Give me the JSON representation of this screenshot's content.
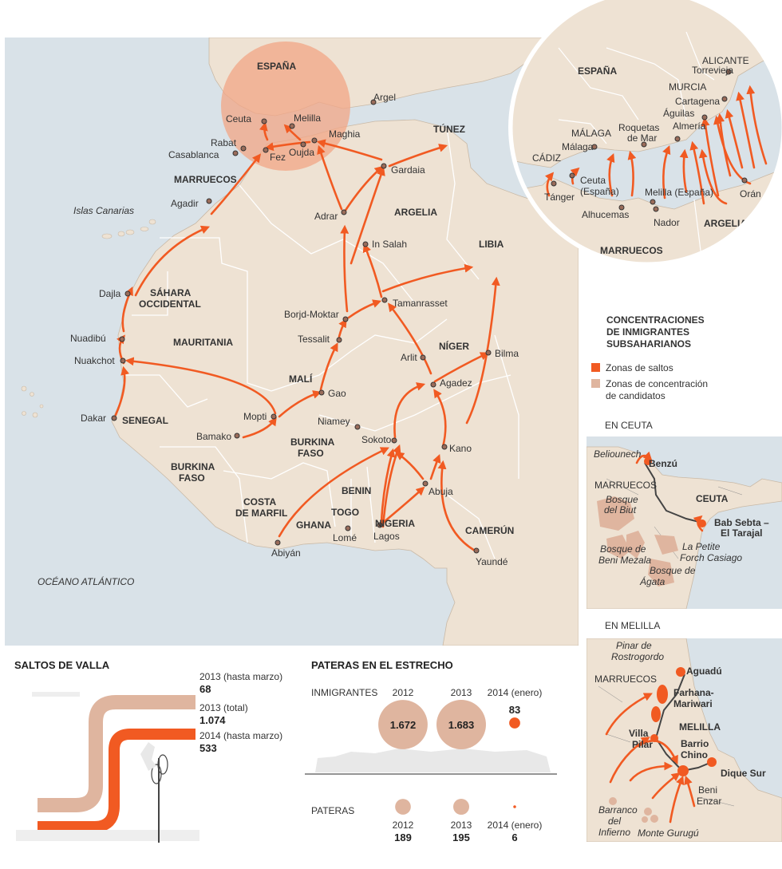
{
  "colors": {
    "sea": "#d9e2e8",
    "land": "#eee2d3",
    "land_dark": "#e3d1bd",
    "accent": "#f15a22",
    "candidates": "#dfb59f",
    "spain": "#f2a685"
  },
  "map": {
    "countries": [
      "ESPAÑA",
      "MARRUECOS",
      "TÚNEZ",
      "ARGELIA",
      "LIBIA",
      "SÁHARA",
      "OCCIDENTAL",
      "MAURITANIA",
      "MALÍ",
      "NÍGER",
      "SENEGAL",
      "BURKINA",
      "FASO",
      "BURKINA",
      "FASO",
      "BENIN",
      "TOGO",
      "NIGERIA",
      "COSTA",
      "DE MARFIL",
      "GHANA",
      "CAMERÚN"
    ],
    "cities": [
      "Ceuta",
      "Melilla",
      "Maghia",
      "Rabat",
      "Oujda",
      "Casablanca",
      "Fez",
      "Argel",
      "Gardaia",
      "Agadir",
      "Adrar",
      "In Salah",
      "Dajla",
      "Borjd-Moktar",
      "Tamanrasset",
      "Tessalit",
      "Nuadibú",
      "Nuakchot",
      "Arlit",
      "Bilma",
      "Agadez",
      "Gao",
      "Dakar",
      "Mopti",
      "Niamey",
      "Bamako",
      "Sokoto",
      "Kano",
      "Abuja",
      "Abiyán",
      "Lomé",
      "Lagos",
      "Yaundé"
    ],
    "islas_canarias": "Islas Canarias",
    "ocean": "OCÉANO ATLÁNTICO"
  },
  "inset_strait": {
    "labels": [
      "ESPAÑA",
      "ALICANTE",
      "Torrevieja",
      "MURCIA",
      "Cartagena",
      "Águilas",
      "MÁLAGA",
      "Roquetas",
      "de Mar",
      "Almería",
      "Málaga",
      "CÁDIZ",
      "Ceuta",
      "(España)",
      "Tánger",
      "Melilla (España)",
      "Orán",
      "Alhucemas",
      "Nador",
      "ARGELIA",
      "MARRUECOS"
    ]
  },
  "legend": {
    "title_lines": [
      "CONCENTRACIONES",
      "DE INMIGRANTES",
      "SUBSAHARIANOS"
    ],
    "jump_zones": "Zonas de saltos",
    "candidate_zones_lines": [
      "Zonas de concentración",
      "de candidatos"
    ]
  },
  "ceuta": {
    "header": "EN CEUTA",
    "labels": [
      "Beliounech",
      "Benzú",
      "MARRUECOS",
      "CEUTA",
      "Bosque",
      "del Biut",
      "Bab Sebta –",
      "El Tarajal",
      "Bosque de",
      "Beni Mezala",
      "La Petite",
      "Forch Casiago",
      "Bosque de",
      "Ágata"
    ]
  },
  "melilla": {
    "header": "EN MELILLA",
    "labels": [
      "Pinar de",
      "Rostrogordo",
      "Aguadú",
      "MARRUECOS",
      "Farhana-",
      "Mariwari",
      "MELILLA",
      "Villa",
      "Pilar",
      "Barrio",
      "Chino",
      "Dique Sur",
      "Beni",
      "Enzar",
      "Barranco",
      "del",
      "Infierno",
      "Monte Gurugú"
    ]
  },
  "saltos": {
    "title": "SALTOS DE VALLA",
    "rows": [
      {
        "label": "2013",
        "note": "(hasta marzo)",
        "value": "68"
      },
      {
        "label": "2013",
        "note": "(total)",
        "value": "1.074"
      },
      {
        "label": "2014",
        "note": "(hasta marzo)",
        "value": "533"
      }
    ]
  },
  "pateras": {
    "title": "PATERAS EN EL ESTRECHO",
    "immigrants_label": "INMIGRANTES",
    "boats_label": "PATERAS",
    "years": [
      "2012",
      "2013",
      "2014 (enero)"
    ],
    "immigrants": [
      1672,
      1683,
      83
    ],
    "immigrants_text": [
      "1.672",
      "1.683",
      "83"
    ],
    "boats": [
      189,
      195,
      6
    ],
    "boats_text": [
      "189",
      "195",
      "6"
    ]
  }
}
